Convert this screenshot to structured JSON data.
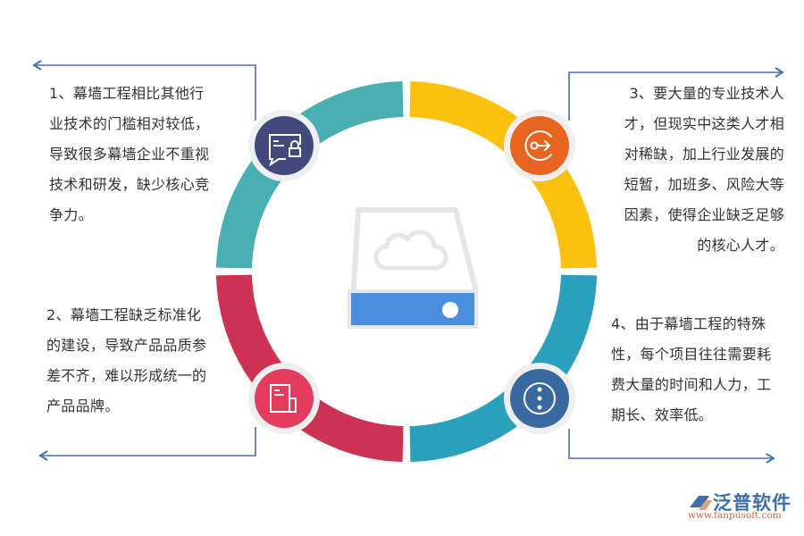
{
  "diagram": {
    "title": "",
    "center_icon": "cloud-drive-icon",
    "colors": {
      "segment_top_left": "#4aafb0",
      "segment_top_right": "#fcc10f",
      "segment_bottom_left": "#cd3253",
      "segment_bottom_right": "#2aa0bc",
      "icon_top_left": "#414a7a",
      "icon_top_right": "#e8641f",
      "icon_bottom_left": "#e23d5d",
      "icon_bottom_right": "#386aa0",
      "icon_halo": "#efefef",
      "arrow": "#4a6fa8",
      "drive_outline": "#e6e6e6",
      "drive_band": "#4a8fdd"
    },
    "items": [
      {
        "id": 1,
        "icon": "chat-lock-icon",
        "lines": [
          "1、幕墙工程相比其他行",
          "业技术的门槛相对较低，",
          "导致很多幕墙企业不重视",
          "技术和研发，缺少核心竞",
          "争力。"
        ]
      },
      {
        "id": 2,
        "icon": "document-icon",
        "lines": [
          "2、幕墙工程缺乏标准化",
          "的建设，导致产品品质参",
          "差不齐，难以形成统一的",
          "产品品牌。"
        ]
      },
      {
        "id": 3,
        "icon": "key-exit-icon",
        "lines": [
          "3、要大量的专业技术人",
          "才，但现实中这类人才相",
          "对稀缺，加上行业发展的",
          "短暂，加班多、风险大等",
          "因素，使得企业缺乏足够",
          "的核心人才。"
        ]
      },
      {
        "id": 4,
        "icon": "more-dots-icon",
        "lines": [
          "4、由于幕墙工程的特殊",
          "性，每个项目往往需要耗",
          "费大量的时间和人力，工",
          "期长、效率低。"
        ]
      }
    ]
  },
  "logo": {
    "brand": "泛普软件",
    "url": "www.fanpusoft.com"
  }
}
